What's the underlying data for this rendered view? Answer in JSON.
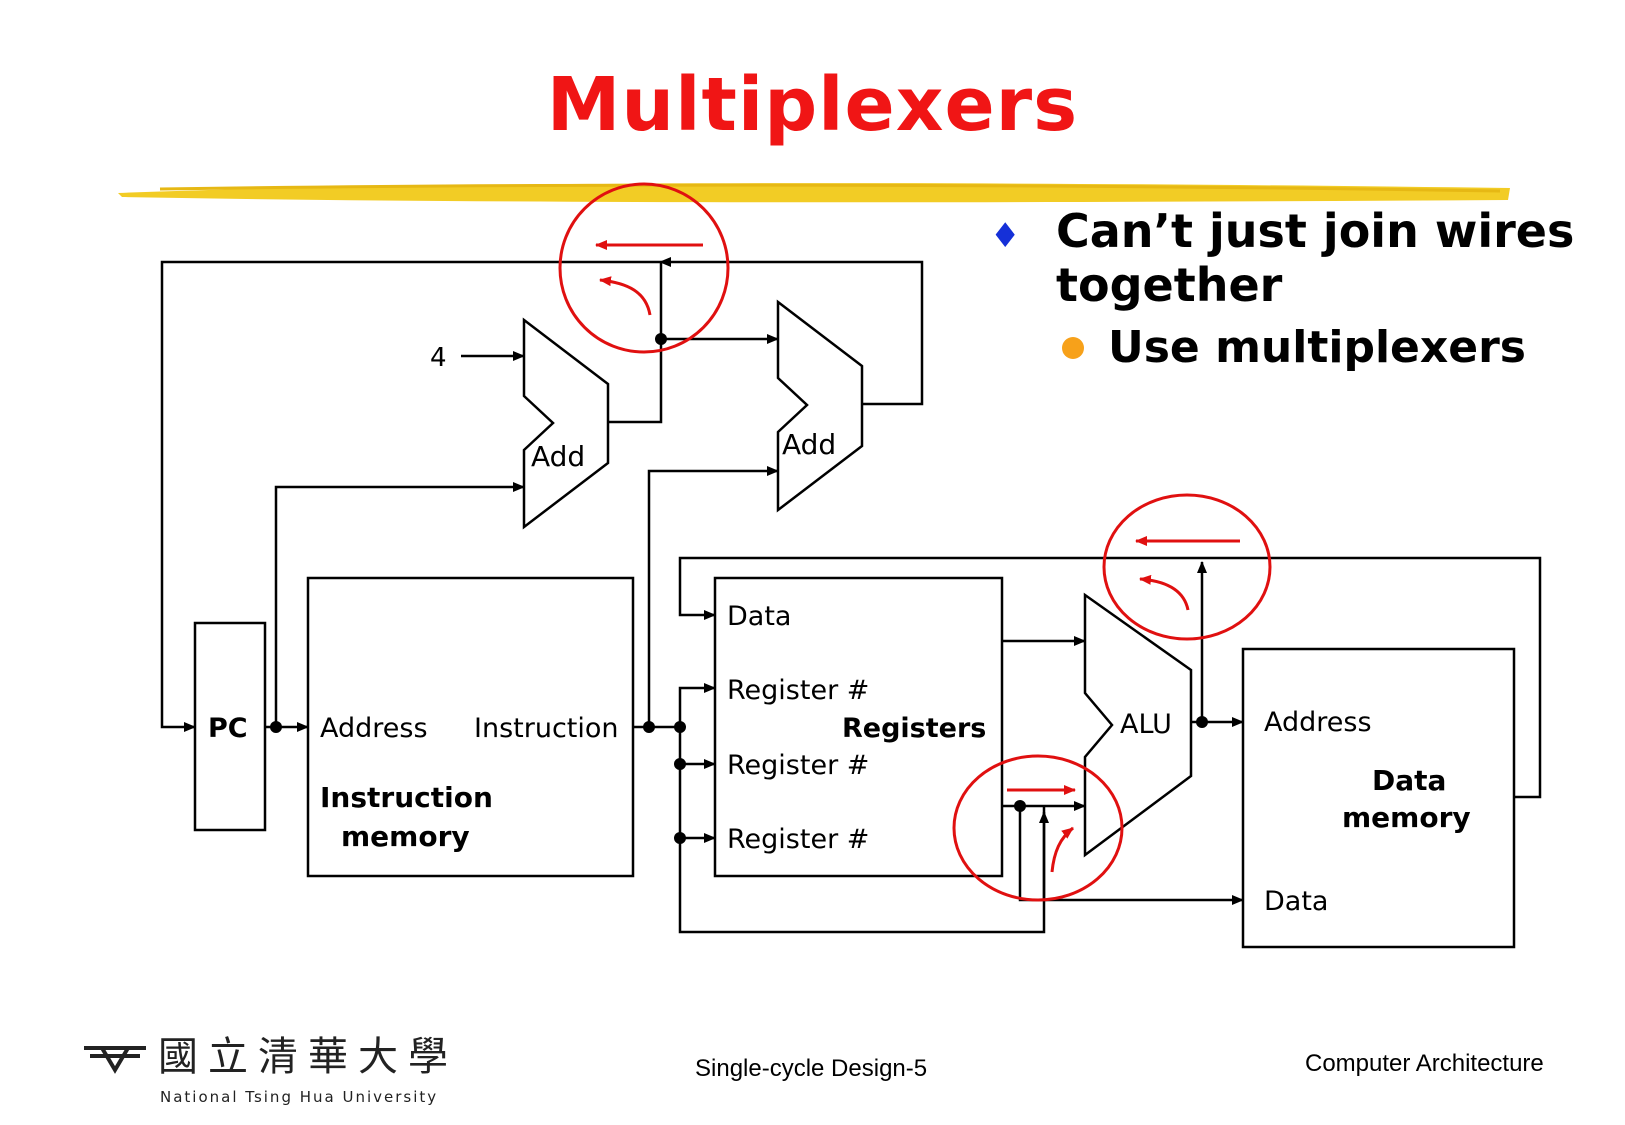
{
  "slide": {
    "title": "Multiplexers",
    "bullet_main": "Can’t just join wires together",
    "bullet_sub": "Use multiplexers"
  },
  "diagram": {
    "pc_label": "PC",
    "const_four": "4",
    "add_label": "Add",
    "instr_mem": {
      "address_label": "Address",
      "instruction_label": "Instruction",
      "name_line1": "Instruction",
      "name_line2": "memory"
    },
    "registers": {
      "data_label": "Data",
      "register_label": "Register #",
      "name": "Registers"
    },
    "alu_label": "ALU",
    "data_mem": {
      "address_label": "Address",
      "data_label": "Data",
      "name_line1": "Data",
      "name_line2": "memory"
    }
  },
  "footer": {
    "center": "Single-cycle Design-5",
    "right": "Computer Architecture",
    "logo_cn": "國立清華大學",
    "logo_en": "National Tsing Hua University"
  },
  "colors": {
    "title": "#f01515",
    "highlight": "#e01010",
    "bullet_diamond": "#1530d8",
    "bullet_dot": "#f7a11a",
    "swash": "#f2cc25"
  }
}
